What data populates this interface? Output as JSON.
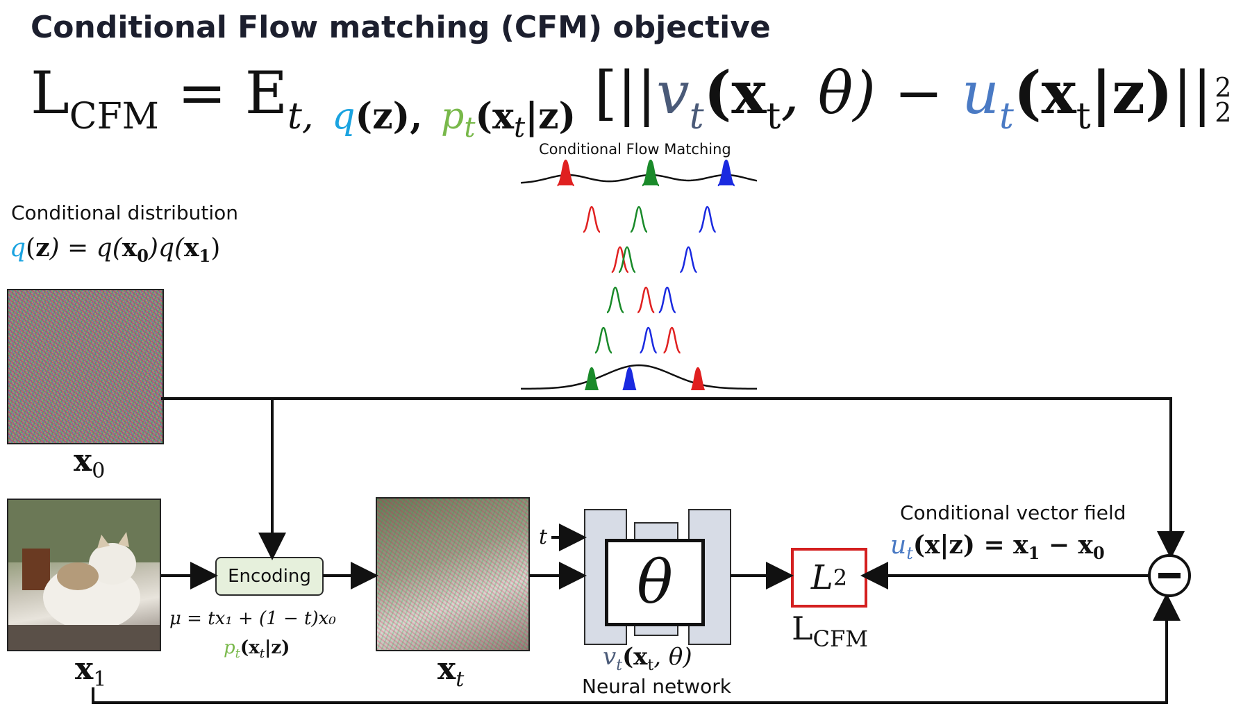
{
  "title": "Conditional Flow matching (CFM) objective",
  "colors": {
    "q_color": "#1aa3e0",
    "p_color": "#78b84a",
    "v_color": "#4a5a78",
    "u_color": "#4a7ac4",
    "red_curve": "#e02020",
    "green_curve": "#1a8a2a",
    "blue_curve": "#1a2ae0",
    "l2_border": "#d42020",
    "encoding_fill": "#e6f0dc",
    "network_fill": "#d7dce6"
  },
  "equation": {
    "lhs": "L",
    "lhs_sub": "CFM",
    "eq": "=",
    "expect": "E",
    "sub_t": "t,",
    "sub_q": "q",
    "sub_qarg": "(z),",
    "sub_p": "p",
    "sub_pt": "t",
    "sub_parg": "(x",
    "sub_parg_t": "t",
    "sub_parg_z": "|z)",
    "open": "[||",
    "v": "v",
    "v_sub": "t",
    "v_arg": "(x",
    "v_arg_sub": "t",
    "v_arg_rest": ", θ)",
    "minus": "−",
    "u": "u",
    "u_sub": "t",
    "u_arg": "(x",
    "u_arg_sub": "t",
    "u_arg_rest": "|z)",
    "norm": "||",
    "pow": "2",
    "norm_sub": "2",
    "close": "]"
  },
  "cfm_plot": {
    "title": "Conditional Flow Matching",
    "rows": [
      {
        "red": 0.19,
        "green": 0.55,
        "blue": 0.87
      },
      {
        "red": 0.3,
        "green": 0.5,
        "blue": 0.79
      },
      {
        "red": 0.42,
        "green": 0.45,
        "blue": 0.71
      },
      {
        "red": 0.53,
        "green": 0.4,
        "blue": 0.62
      },
      {
        "red": 0.64,
        "green": 0.35,
        "blue": 0.54
      },
      {
        "red": 0.75,
        "green": 0.3,
        "blue": 0.46
      }
    ]
  },
  "cond_dist": {
    "label": "Conditional distribution",
    "q": "q",
    "rest1": "(",
    "z": "z",
    "rest2": ") = q(",
    "x0": "x",
    "x0_sub": "0",
    "rest3": ")q(",
    "x1": "x",
    "x1_sub": "1",
    "rest4": ")"
  },
  "labels": {
    "x0": "x",
    "x0_sub": "0",
    "x1": "x",
    "x1_sub": "1",
    "xt": "x",
    "xt_sub": "t",
    "t_input": "t",
    "encoding": "Encoding",
    "mu": "μ = tx₁ + (1 − t)x₀",
    "p": "p",
    "p_sub": "t",
    "p_rest": "(x",
    "p_rest_sub": "t",
    "p_rest2": "|z)",
    "theta": "θ",
    "v": "v",
    "v_sub": "t",
    "v_rest": "(x",
    "v_rest_sub": "t",
    "v_rest2": ", θ)",
    "nn_label": "Neural network",
    "l2": "L",
    "l2_sub": "2",
    "lcfm": "L",
    "lcfm_sub": "CFM",
    "cvf": "Conditional vector field",
    "u": "u",
    "u_sub": "t",
    "u_rest": "(x|z) = x",
    "u_rest_sub1": "1",
    "u_rest2": " − x",
    "u_rest_sub0": "0",
    "minus_node": "−"
  }
}
